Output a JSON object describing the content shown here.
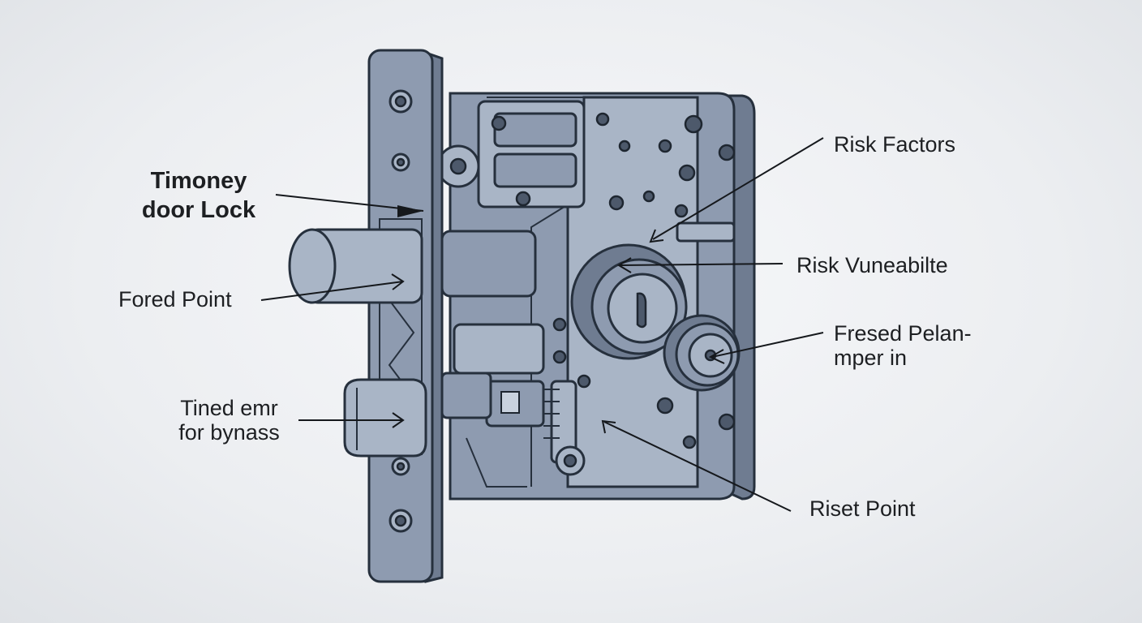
{
  "labels": {
    "title_line1": "Timoney",
    "title_line2": "door Lock",
    "fored_point": "Fored Point",
    "tined_line1": "Tined emr",
    "tined_line2": "for bynass",
    "risk_factors": "Risk Factors",
    "risk_vuneabilte": "Risk Vuneabilte",
    "fresed_line1": "Fresed Pelan-",
    "fresed_line2": "mper in",
    "riset_point": "Riset Point"
  },
  "icons": [
    "faceplate",
    "latch-bolt",
    "deadbolt",
    "key-cylinder",
    "thumb-cylinder",
    "gear-train",
    "arrow-marker"
  ]
}
